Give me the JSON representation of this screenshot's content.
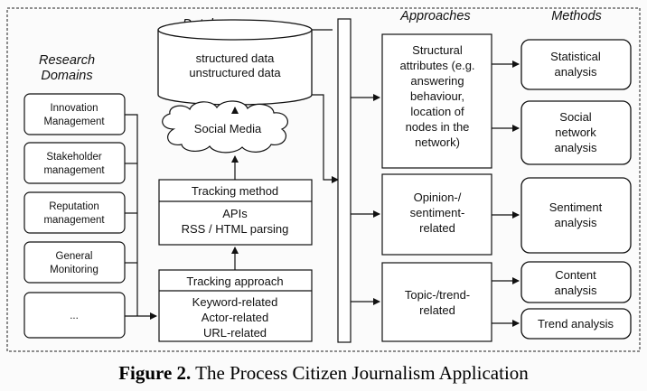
{
  "headers": {
    "database": "Database",
    "research_domains": [
      "Research",
      "Domains"
    ],
    "approaches": "Approaches",
    "methods": "Methods"
  },
  "database": [
    "structured data",
    "unstructured data"
  ],
  "social_media": "Social Media",
  "tracking_method": {
    "title": "Tracking method",
    "items": [
      "APIs",
      "RSS / HTML parsing"
    ]
  },
  "tracking_approach": {
    "title": "Tracking approach",
    "items": [
      "Keyword-related",
      "Actor-related",
      "URL-related"
    ]
  },
  "research_domains": [
    [
      "Innovation",
      "Management"
    ],
    [
      "Stakeholder",
      "management"
    ],
    [
      "Reputation",
      "management"
    ],
    [
      "General",
      "Monitoring"
    ],
    [
      "..."
    ]
  ],
  "approaches": [
    [
      "Structural",
      "attributes (e.g.",
      "answering",
      "behaviour,",
      "location of",
      "nodes in the",
      "network)"
    ],
    [
      "Opinion-/",
      "sentiment-",
      "related"
    ],
    [
      "Topic-/trend-",
      "related"
    ]
  ],
  "methods": [
    [
      "Statistical",
      "analysis"
    ],
    [
      "Social",
      "network",
      "analysis"
    ],
    [
      "Sentiment",
      "analysis"
    ],
    [
      "Content",
      "analysis"
    ],
    [
      "Trend analysis"
    ]
  ],
  "caption": {
    "label": "Figure 2.",
    "text": " The Process Citizen Journalism Application"
  }
}
